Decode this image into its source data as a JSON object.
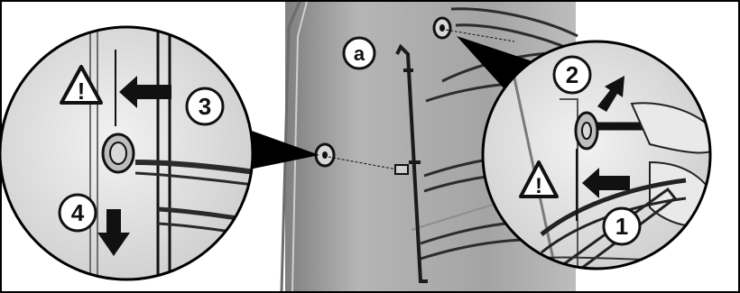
{
  "figure": {
    "main_label": "a",
    "callout_labels": [
      "1",
      "2",
      "3",
      "4"
    ],
    "warning_symbol": "!",
    "icons": [
      "warning-triangle-icon",
      "arrow-right-icon",
      "arrow-down-icon",
      "arrow-up-right-icon"
    ]
  },
  "colors": {
    "background": "#ffffff",
    "panel": "#a9a9a9",
    "frame": "#000000",
    "rack": "#3a3a3a",
    "zoom_fill": "#e4e4e4",
    "arrow": "#111111"
  }
}
